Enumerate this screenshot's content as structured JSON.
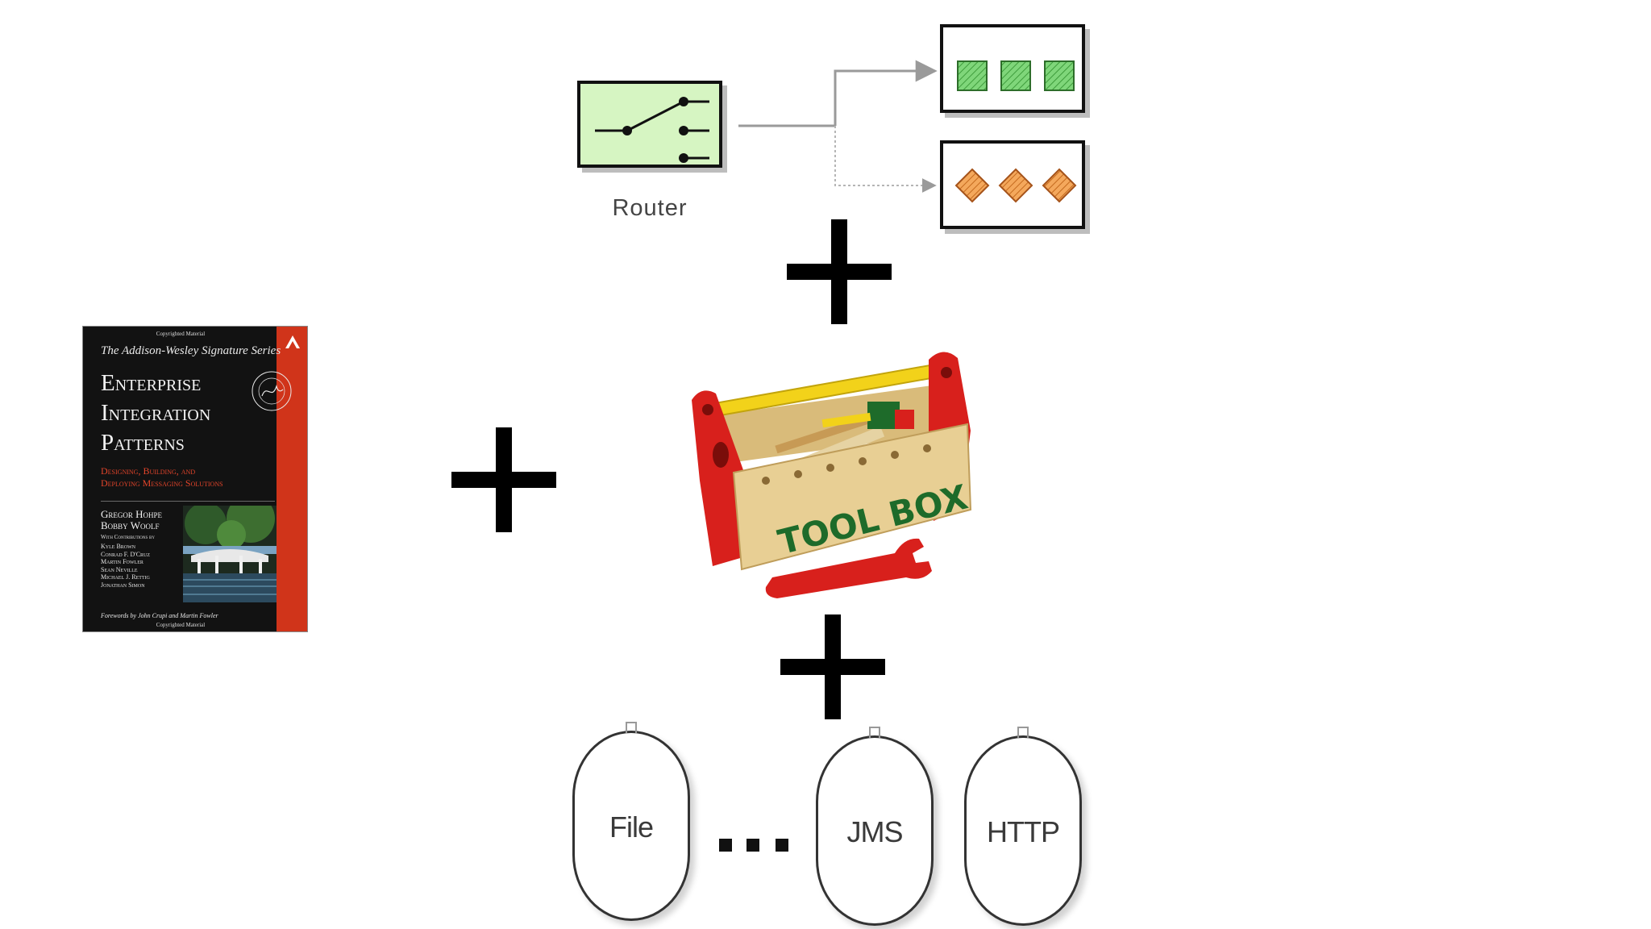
{
  "router": {
    "label": "Router"
  },
  "book": {
    "copyright_top": "Copyrighted Material",
    "series": "The Addison-Wesley Signature Series",
    "title_lines": [
      "Enterprise",
      "Integration",
      "Patterns"
    ],
    "subtitle_lines": [
      "Designing, Building, and",
      "Deploying Messaging Solutions"
    ],
    "authors": [
      "Gregor Hohpe",
      "Bobby Woolf"
    ],
    "contributions_heading": "With Contributions by",
    "contributors": [
      "Kyle Brown",
      "Conrad F. D'Cruz",
      "Martin Fowler",
      "Sean Neville",
      "Michael J. Rettig",
      "Jonathan Simon"
    ],
    "forewords": "Forewords by John Crupi and Martin Fowler",
    "copyright_bottom": "Copyrighted Material",
    "colors": {
      "background": "#121212",
      "spine": "#d0341a",
      "subtitle": "#e2442a"
    }
  },
  "toolbox": {
    "sign_text": "TOOL BOX"
  },
  "endpoints": {
    "file": "File",
    "jms": "JMS",
    "http": "HTTP"
  },
  "colors": {
    "router_fill": "#d6f5c2",
    "square_fill": "#7fd67a",
    "diamond_fill": "#f4a85c",
    "toolbox_red": "#d8201c",
    "toolbox_wood": "#e8cf94",
    "toolbox_yellow": "#f2d21a",
    "toolbox_green": "#1e6b2a"
  }
}
